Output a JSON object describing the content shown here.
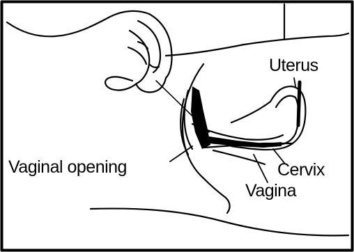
{
  "labels": {
    "uterus": "Uterus",
    "vaginal_opening": "Vaginal opening",
    "cervix": "Cervix",
    "vagina": "Vagina"
  },
  "colors": {
    "ink": "#000000",
    "background": "#ffffff"
  }
}
